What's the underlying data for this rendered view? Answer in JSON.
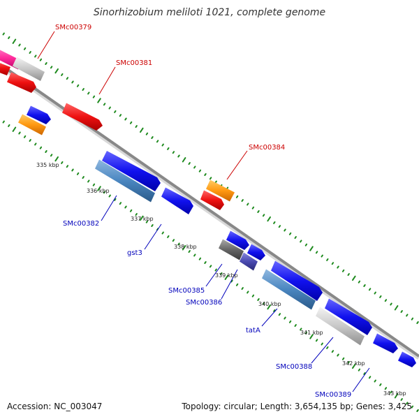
{
  "title": "Sinorhizobium meliloti 1021, complete genome",
  "footer": {
    "accession": "Accession: NC_003047",
    "summary": "Topology: circular; Length: 3,654,135 bp; Genes: 3,425"
  },
  "kbp_labels": [
    "335 kbp",
    "336 kbp",
    "337 kbp",
    "338 kbp",
    "339 kbp",
    "340 kbp",
    "341 kbp",
    "342 kbp",
    "343 kbp"
  ],
  "gene_labels": {
    "smc00379": "SMc00379",
    "smc00381": "SMc00381",
    "smc00384": "SMc00384",
    "smc00382": "SMc00382",
    "gst3": "gst3",
    "smc00385": "SMc00385",
    "smc00386": "SMc00386",
    "tata": "tatA",
    "smc00388": "SMc00388",
    "smc00389": "SMc00389"
  },
  "colors": {
    "forward_label": "#cc0000",
    "reverse_label": "#0000bb",
    "tick": "#1e8a1e",
    "backbone": "#888888",
    "gene_red": "#ee1111",
    "gene_blue": "#1111ee",
    "gene_steel": "#4a86c0",
    "gene_orange": "#ff9912",
    "gene_pink": "#ff2a9a",
    "gene_lightgray": "#c8c8c8",
    "gene_darkgray": "#666666",
    "gene_purple": "#4a4ab0"
  }
}
